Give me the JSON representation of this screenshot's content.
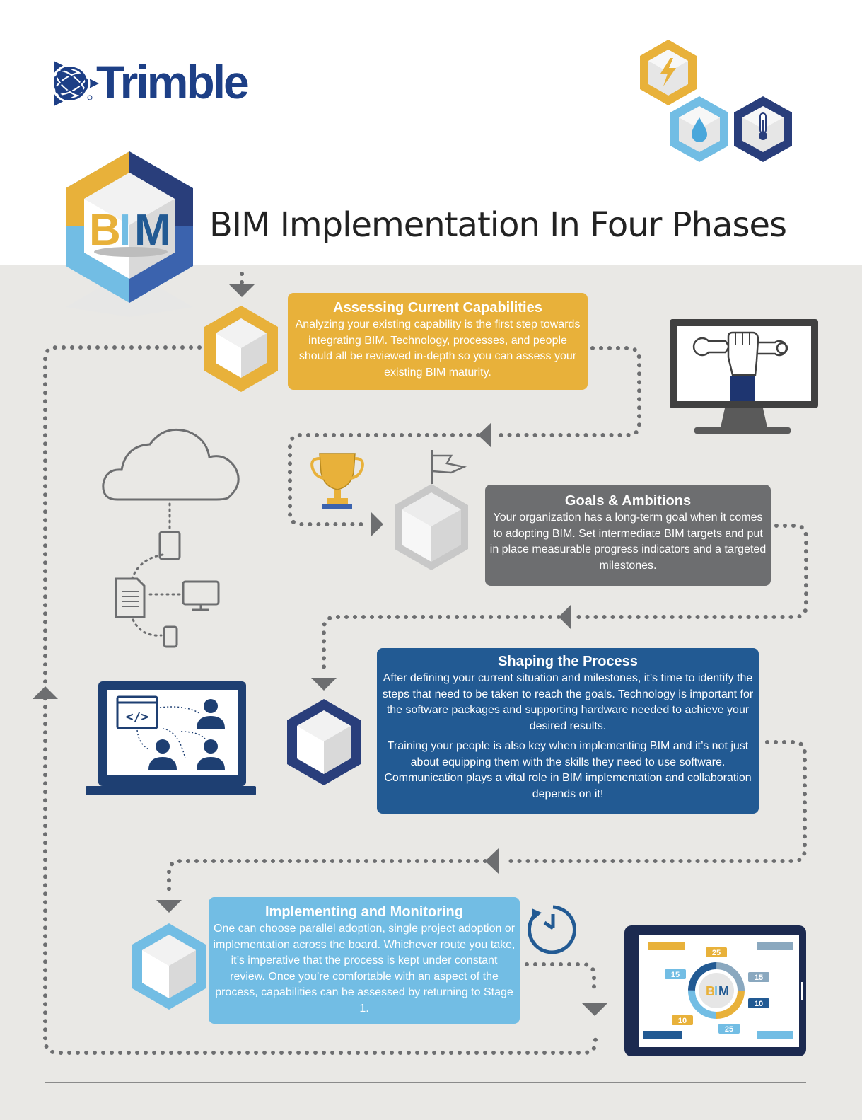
{
  "brand": {
    "name": "Trimble",
    "logo_icon": "globe-icon"
  },
  "page": {
    "title": "BIM Implementation In Four Phases",
    "badge_text": [
      "B",
      "I",
      "M"
    ]
  },
  "colors": {
    "gold": "#e8b13a",
    "grey": "#6d6e70",
    "navy": "#225a93",
    "sky": "#72bde4",
    "brand_blue": "#1d3f86",
    "background": "#e9e8e5"
  },
  "phases": [
    {
      "title": "Assessing Current Capabilities",
      "paragraphs": [
        "Analyzing your existing capability is the first step towards integrating BIM. Technology, processes, and people should all be reviewed in-depth so you can assess your existing BIM maturity."
      ],
      "color": "#e8b13a"
    },
    {
      "title": "Goals & Ambitions",
      "paragraphs": [
        "Your organization has a long-term goal when it comes to adopting BIM. Set intermediate BIM targets and put in place measurable progress indicators and a targeted milestones."
      ],
      "color": "#6d6e70"
    },
    {
      "title": "Shaping the Process",
      "paragraphs": [
        "After defining your current situation and milestones, it’s time to identify the steps that need to be taken to reach the goals. Technology is important for the software packages and supporting hardware needed to achieve your desired results.",
        "Training your people is also key when implementing BIM and it’s not just about equipping them with the skills they need to use software. Communication plays a vital role in BIM implementation and collaboration depends on it!"
      ],
      "color": "#225a93"
    },
    {
      "title": "Implementing and Monitoring",
      "paragraphs": [
        "One can choose parallel adoption, single project adoption or implementation across the board. Whichever route you take, it’s imperative that the process is kept under constant review. Once you’re comfortable with an aspect of the process, capabilities can be assessed by returning to Stage 1."
      ],
      "color": "#72bde4"
    }
  ],
  "icons": {
    "top_hexes": [
      "lightning-icon",
      "water-drop-icon",
      "thermometer-icon"
    ],
    "illustrations": [
      "monitor-wrench-icon",
      "cloud-devices-icon",
      "trophy-icon",
      "flag-icon",
      "laptop-collaboration-icon",
      "timer-icon",
      "tablet-dashboard-icon"
    ]
  },
  "tablet_dashboard": {
    "center_text": [
      "B",
      "I",
      "M"
    ],
    "badges": [
      "25",
      "15",
      "15",
      "10",
      "10",
      "25"
    ]
  },
  "laptop_screen": {
    "code_symbol": "</>"
  }
}
